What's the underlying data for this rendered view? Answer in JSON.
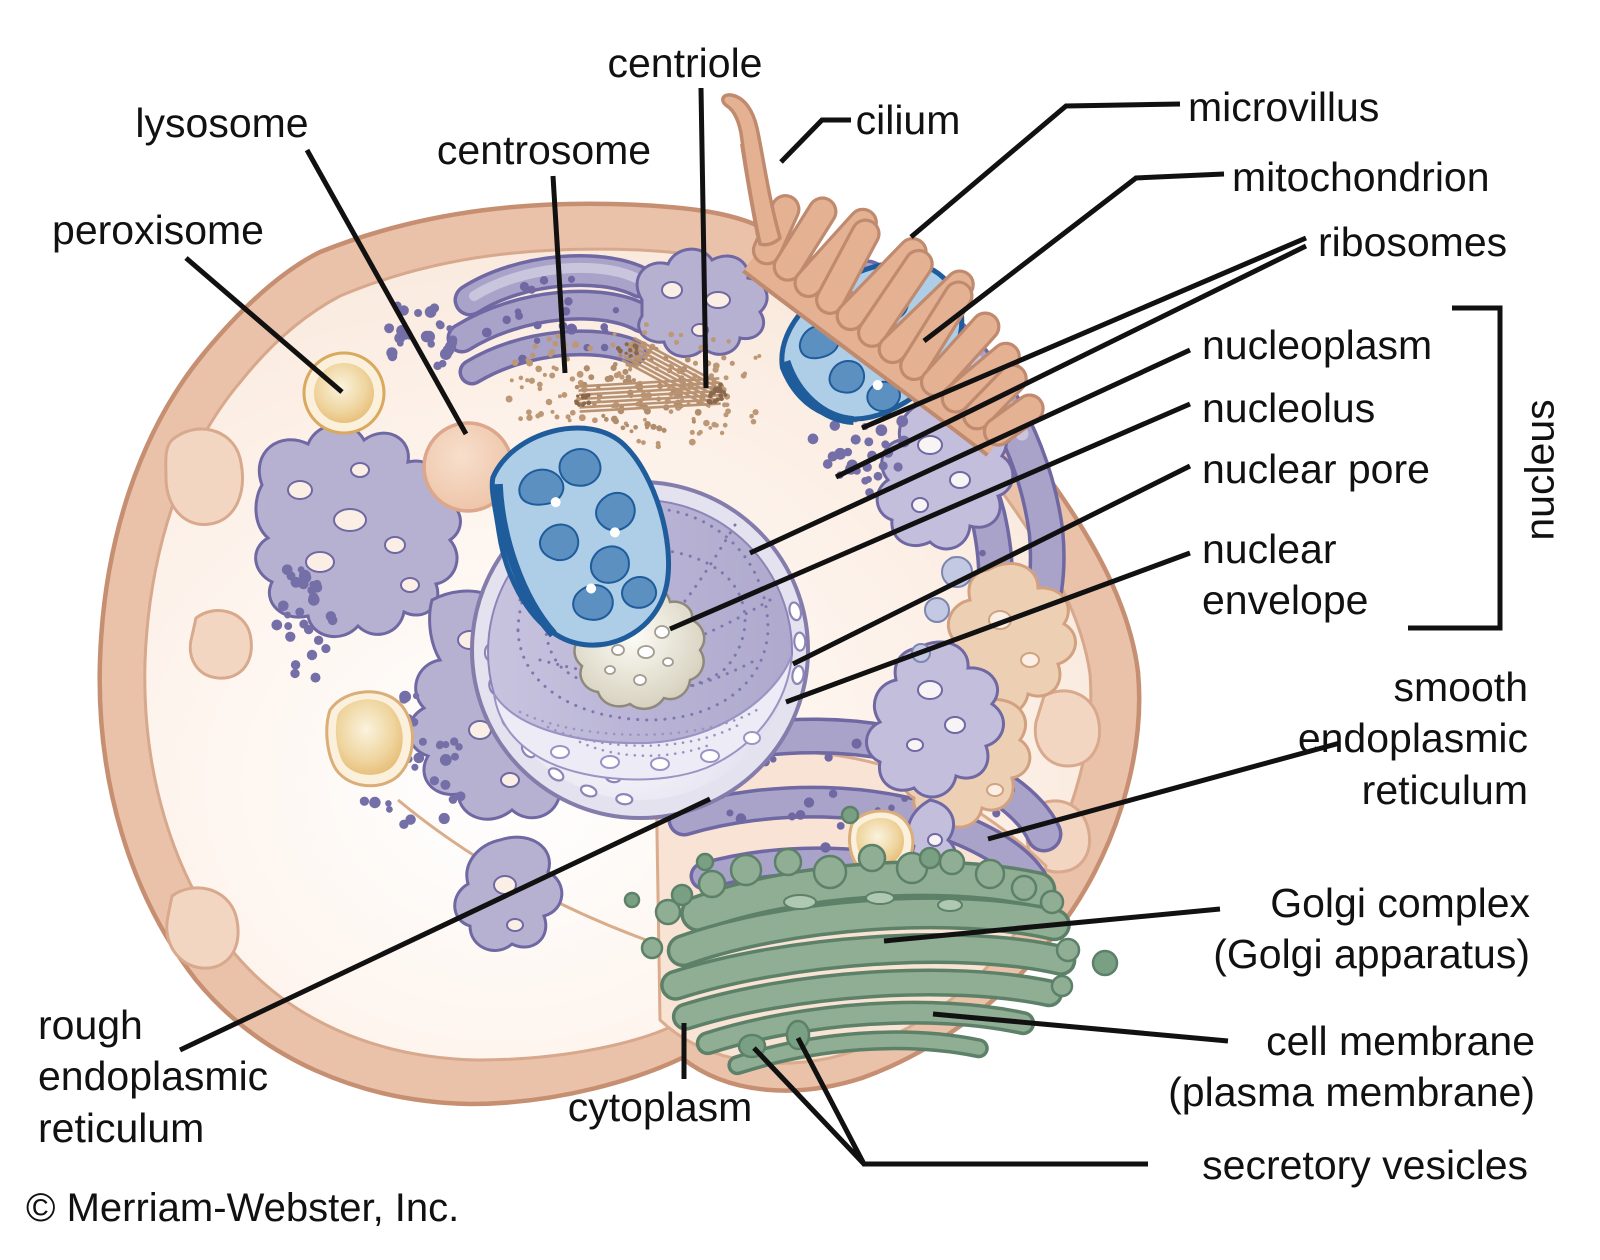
{
  "figure": {
    "title": "animal cell diagram",
    "source": "© Merriam-Webster, Inc."
  },
  "labels": {
    "centriole": "centriole",
    "lysosome": "lysosome",
    "centrosome": "centrosome",
    "peroxisome": "peroxisome",
    "cilium": "cilium",
    "microvillus": "microvillus",
    "mitochondrion": "mitochondrion",
    "ribosomes": "ribosomes",
    "nucleoplasm": "nucleoplasm",
    "nucleolus": "nucleolus",
    "nuclear_pore": "nuclear pore",
    "nuclear_envelope": "nuclear\nenvelope",
    "nucleus": "nucleus",
    "smooth_er": "smooth\nendoplasmic\nreticulum",
    "golgi": "Golgi complex\n(Golgi apparatus)",
    "cell_membrane": "cell membrane\n(plasma membrane)",
    "secretory_vesicles": "secretory vesicles",
    "cytoplasm": "cytoplasm",
    "rough_er": "rough\nendoplasmic\nreticulum"
  },
  "colors": {
    "text": "#111111",
    "line": "#111111",
    "membrane": "#EAC1A9",
    "membrane_outline": "#C78F72",
    "cytosol": "#FCF0E8",
    "er_purple": "#A9A3C9",
    "er_outline": "#6F68A3",
    "smooth_er_fill": "#B6B1D1",
    "nucleus_face": "#B8B3D3",
    "nucleus_surface": "#E4E2EF",
    "mito_dark": "#1F5C9C",
    "mito_light": "#AECDE6",
    "golgi_green": "#8FAE93",
    "golgi_outline": "#5D8168",
    "golden_vesicle": "#E8C387",
    "ribosome_dot": "#756FA8",
    "centriole_tan": "#BC9877"
  }
}
